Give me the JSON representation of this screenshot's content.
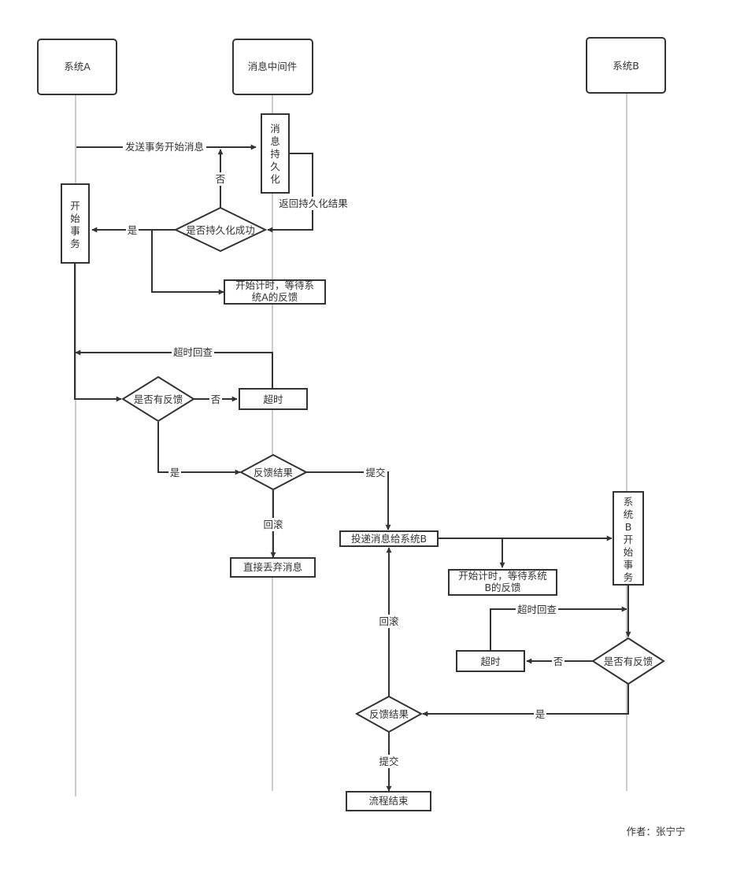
{
  "actors": {
    "system_a": "系统A",
    "middleware": "消息中间件",
    "system_b": "系统B"
  },
  "nodes": {
    "persist": [
      "消",
      "息",
      "持",
      "久",
      "化"
    ],
    "start_tx_a": [
      "开",
      "始",
      "事",
      "务"
    ],
    "persist_ok_decision": "是否持久化成功",
    "wait_a": [
      "开始计时，等待系",
      "统A的反馈"
    ],
    "has_feedback_a": "是否有反馈",
    "timeout_a": "超时",
    "feedback_result_a": "反馈结果",
    "discard": "直接丢弃消息",
    "deliver_b": "投递消息给系统B",
    "start_tx_b": [
      "系",
      "统",
      "B",
      "开",
      "始",
      "事",
      "务"
    ],
    "wait_b": [
      "开始计时，等待系统",
      "B的反馈"
    ],
    "timeout_b": "超时",
    "has_feedback_b": "是否有反馈",
    "feedback_result_b": "反馈结果",
    "end": "流程结束"
  },
  "edge_labels": {
    "send_start": "发送事务开始消息",
    "no_persist": "否",
    "return_persist_result": "返回持久化结果",
    "yes_persist": "是",
    "timeout_query_a": "超时回查",
    "no_feedback_a": "否",
    "yes_feedback_a": "是",
    "commit_a": "提交",
    "rollback_a": "回滚",
    "timeout_query_b": "超时回查",
    "no_feedback_b": "否",
    "yes_feedback_b": "是",
    "rollback_b": "回滚",
    "commit_b": "提交"
  },
  "author": "作者：张宁宁"
}
